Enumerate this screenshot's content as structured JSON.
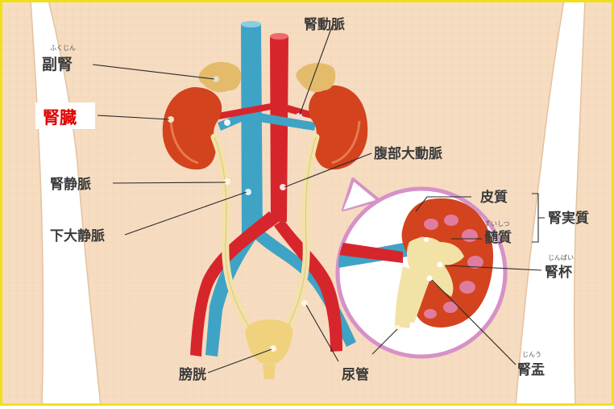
{
  "colors": {
    "border": "#f2df1c",
    "skin": "#f6dcc1",
    "vein": "#3fa3c6",
    "artery": "#d7252c",
    "kidney": "#d2431e",
    "adrenal": "#e4bb6b",
    "ureter": "#f3e2a6",
    "inset_ring": "#d691c7",
    "highlight": "#e00000"
  },
  "labels": {
    "adrenal": {
      "text": "副腎",
      "ruby": "ふくじん"
    },
    "kidney": {
      "text": "腎臓"
    },
    "renal_artery": {
      "text": "腎動脈"
    },
    "renal_vein": {
      "text": "腎静脈"
    },
    "abdominal_aorta": {
      "text": "腹部大動脈"
    },
    "ivc": {
      "text": "下大静脈"
    },
    "bladder": {
      "text": "膀胱"
    },
    "ureter": {
      "text": "尿管"
    }
  },
  "inset": {
    "cortex": {
      "text": "皮質"
    },
    "medulla": {
      "text": "髄質",
      "ruby": "ずいしつ"
    },
    "parenchyma": {
      "text": "腎実質"
    },
    "calyx": {
      "text": "腎杯",
      "ruby": "じんぱい"
    },
    "pelvis": {
      "text": "腎盂",
      "ruby": "じんう"
    }
  }
}
